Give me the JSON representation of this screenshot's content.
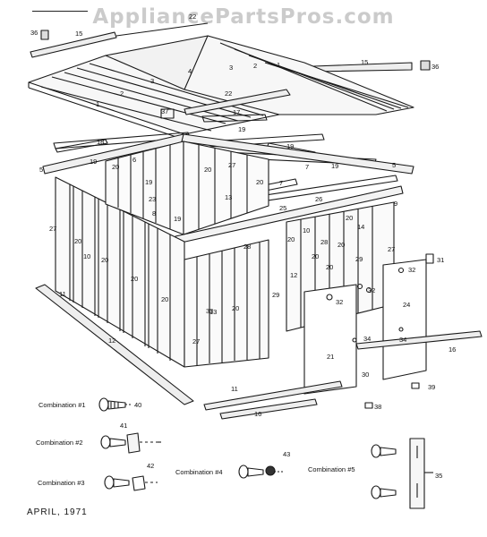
{
  "watermark": "AppliancePartsPros.com",
  "date": "APRIL, 1971",
  "part_labels": [
    "1",
    "2",
    "3",
    "4",
    "5",
    "6",
    "7",
    "8",
    "9",
    "10",
    "11",
    "12",
    "13",
    "14",
    "15",
    "16",
    "17",
    "18",
    "19",
    "20",
    "21",
    "22",
    "23",
    "24",
    "25",
    "26",
    "27",
    "28",
    "29",
    "30",
    "31",
    "32",
    "33",
    "34",
    "35",
    "36",
    "37",
    "38",
    "39",
    "40",
    "41",
    "42",
    "43"
  ],
  "combinations": [
    {
      "label": "Combination #1",
      "part": "40"
    },
    {
      "label": "Combination #2",
      "part": "41"
    },
    {
      "label": "Combination #3",
      "part": "42"
    },
    {
      "label": "Combination #4",
      "part": "43"
    },
    {
      "label": "Combination #5",
      "part": "35"
    }
  ]
}
